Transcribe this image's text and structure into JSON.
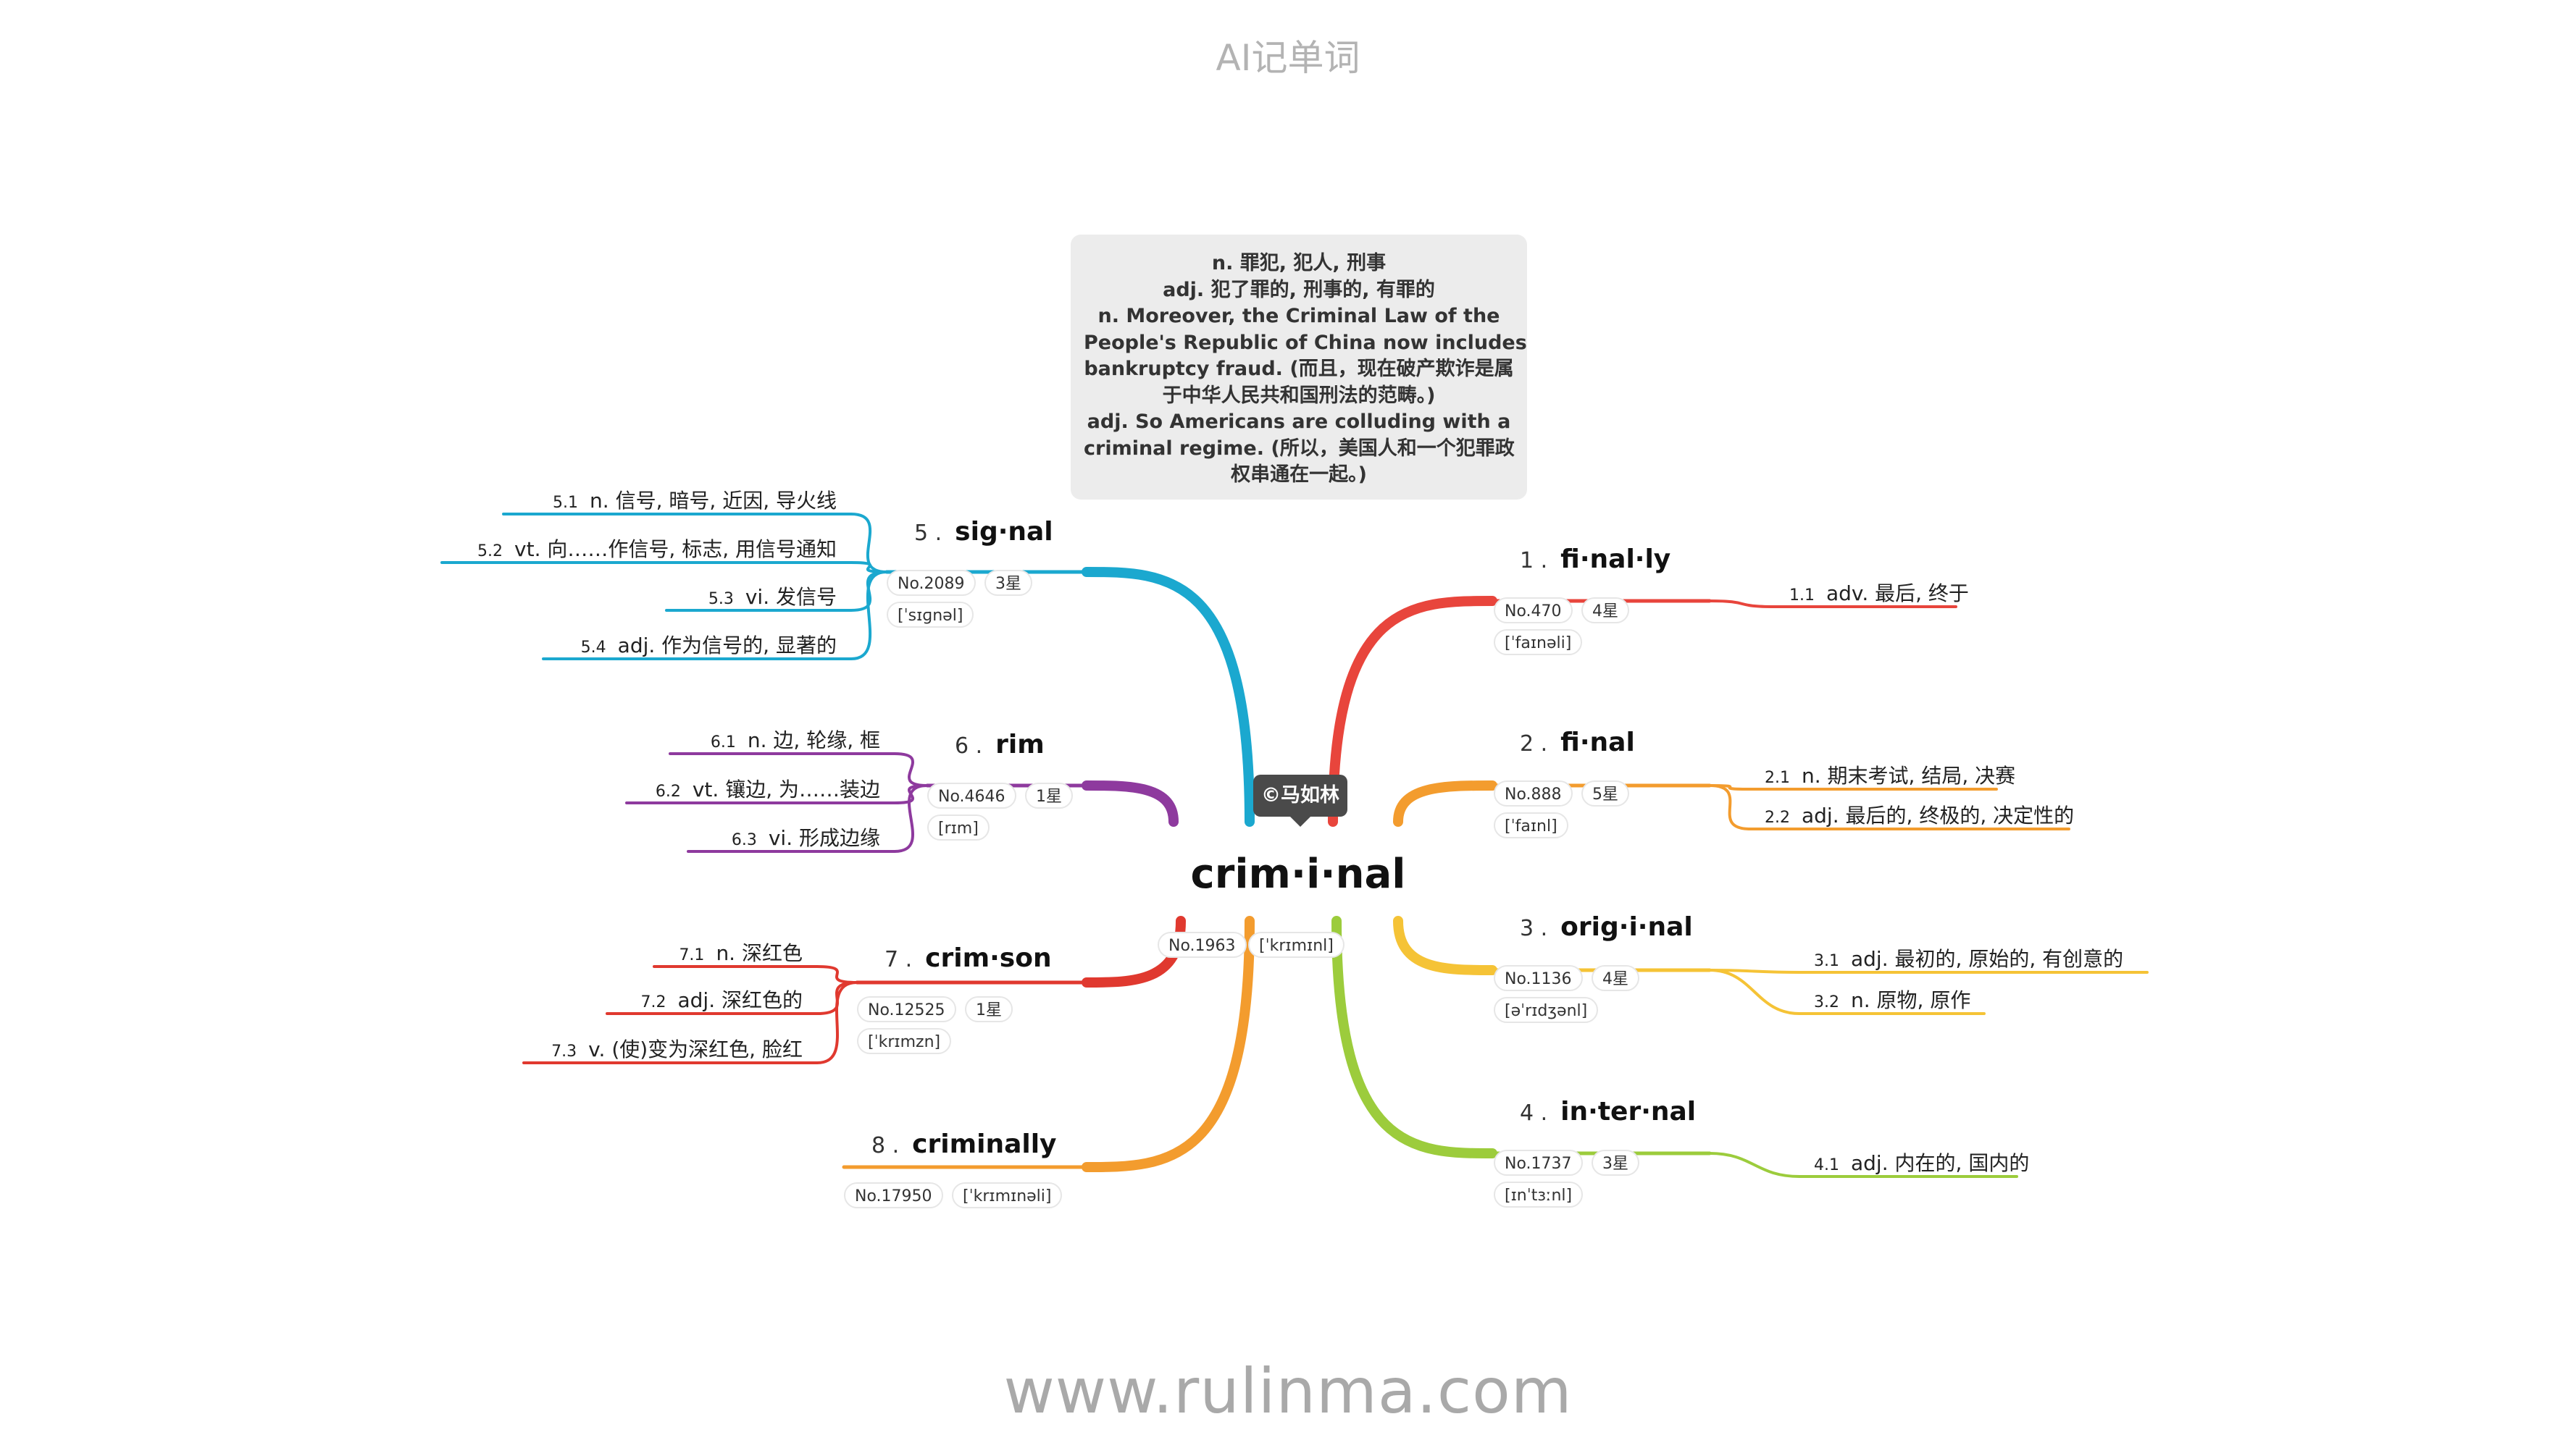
{
  "site_title": "AI记单词",
  "site_url": "www.rulinma.com",
  "watermark": "©马如林",
  "center": {
    "word": "crim·i·nal",
    "no": "No.1963",
    "phonetic": "[ˈkrɪmɪnl]"
  },
  "note": {
    "lines": [
      "n. 罪犯, 犯人, 刑事",
      "adj. 犯了罪的, 刑事的, 有罪的",
      "n. Moreover, the Criminal Law of the",
      "People's Republic of China now includes",
      "bankruptcy fraud. (而且，现在破产欺诈是属",
      "于中华人民共和国刑法的范畴。)",
      "adj. So Americans are colluding with a",
      "criminal regime. (所以，美国人和一个犯罪政",
      "权串通在一起。)"
    ]
  },
  "branches": [
    {
      "num": "1 .",
      "word": "fi·nal·ly",
      "no": "No.470",
      "stars": "4星",
      "phonetic": "[ˈfaɪnəli]",
      "color": "#e8453c",
      "senses": [
        {
          "num": "1.1",
          "text": "adv. 最后, 终于"
        }
      ]
    },
    {
      "num": "2 .",
      "word": "fi·nal",
      "no": "No.888",
      "stars": "5星",
      "phonetic": "[ˈfaɪnl]",
      "color": "#f39c2e",
      "senses": [
        {
          "num": "2.1",
          "text": "n. 期末考试, 结局, 决赛"
        },
        {
          "num": "2.2",
          "text": "adj. 最后的, 终极的, 决定性的"
        }
      ]
    },
    {
      "num": "3 .",
      "word": "orig·i·nal",
      "no": "No.1136",
      "stars": "4星",
      "phonetic": "[əˈrɪdʒənl]",
      "color": "#f5c336",
      "senses": [
        {
          "num": "3.1",
          "text": "adj. 最初的, 原始的, 有创意的"
        },
        {
          "num": "3.2",
          "text": "n. 原物, 原作"
        }
      ]
    },
    {
      "num": "4 .",
      "word": "in·ter·nal",
      "no": "No.1737",
      "stars": "3星",
      "phonetic": "[ɪnˈtɜːnl]",
      "color": "#9ccc3c",
      "senses": [
        {
          "num": "4.1",
          "text": "adj. 内在的, 国内的"
        }
      ]
    },
    {
      "num": "5 .",
      "word": "sig·nal",
      "no": "No.2089",
      "stars": "3星",
      "phonetic": "[ˈsɪɡnəl]",
      "color": "#1ba8cf",
      "senses": [
        {
          "num": "5.1",
          "text": "n. 信号, 暗号, 近因, 导火线"
        },
        {
          "num": "5.2",
          "text": "vt. 向……作信号, 标志, 用信号通知"
        },
        {
          "num": "5.3",
          "text": "vi. 发信号"
        },
        {
          "num": "5.4",
          "text": "adj. 作为信号的, 显著的"
        }
      ]
    },
    {
      "num": "6 .",
      "word": "rim",
      "no": "No.4646",
      "stars": "1星",
      "phonetic": "[rɪm]",
      "color": "#8e3a9e",
      "senses": [
        {
          "num": "6.1",
          "text": "n. 边, 轮缘, 框"
        },
        {
          "num": "6.2",
          "text": "vt. 镶边, 为……装边"
        },
        {
          "num": "6.3",
          "text": "vi. 形成边缘"
        }
      ]
    },
    {
      "num": "7 .",
      "word": "crim·son",
      "no": "No.12525",
      "stars": "1星",
      "phonetic": "[ˈkrɪmzn]",
      "color": "#e0392f",
      "senses": [
        {
          "num": "7.1",
          "text": "n. 深红色"
        },
        {
          "num": "7.2",
          "text": "adj. 深红色的"
        },
        {
          "num": "7.3",
          "text": "v. (使)变为深红色, 脸红"
        }
      ]
    },
    {
      "num": "8 .",
      "word": "criminally",
      "no": "No.17950",
      "stars": "",
      "phonetic": "[ˈkrɪmɪnəli]",
      "color": "#f39c2e",
      "senses": []
    }
  ]
}
